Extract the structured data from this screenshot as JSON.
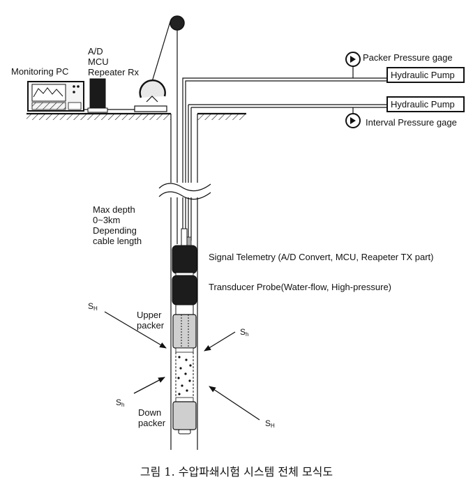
{
  "labels": {
    "monitoring_pc": "Monitoring PC",
    "ad": "A/D",
    "mcu": "MCU",
    "repeater_rx": "Repeater Rx",
    "packer_pressure_gage": "Packer Pressure gage",
    "hydraulic_pump_top": "Hydraulic Pump",
    "hydraulic_pump_bottom": "Hydraulic Pump",
    "interval_pressure_gage": "Interval Pressure gage",
    "max_depth_1": "Max depth",
    "max_depth_2": "0~3km",
    "max_depth_3": "Depending",
    "max_depth_4": "cable length",
    "signal_telemetry": "Signal Telemetry (A/D Convert, MCU, Reapeter TX part)",
    "transducer_probe": "Transducer Probe(Water-flow, High-pressure)",
    "upper_packer_1": "Upper",
    "upper_packer_2": "packer",
    "down_packer_1": "Down",
    "down_packer_2": "packer"
  },
  "stress": {
    "sh_major_main": "S",
    "sh_major_sub": "H",
    "sh_minor_main": "S",
    "sh_minor_sub": "h"
  },
  "caption": "그림 1. 수압파쇄시험 시스템 전체 모식도"
}
